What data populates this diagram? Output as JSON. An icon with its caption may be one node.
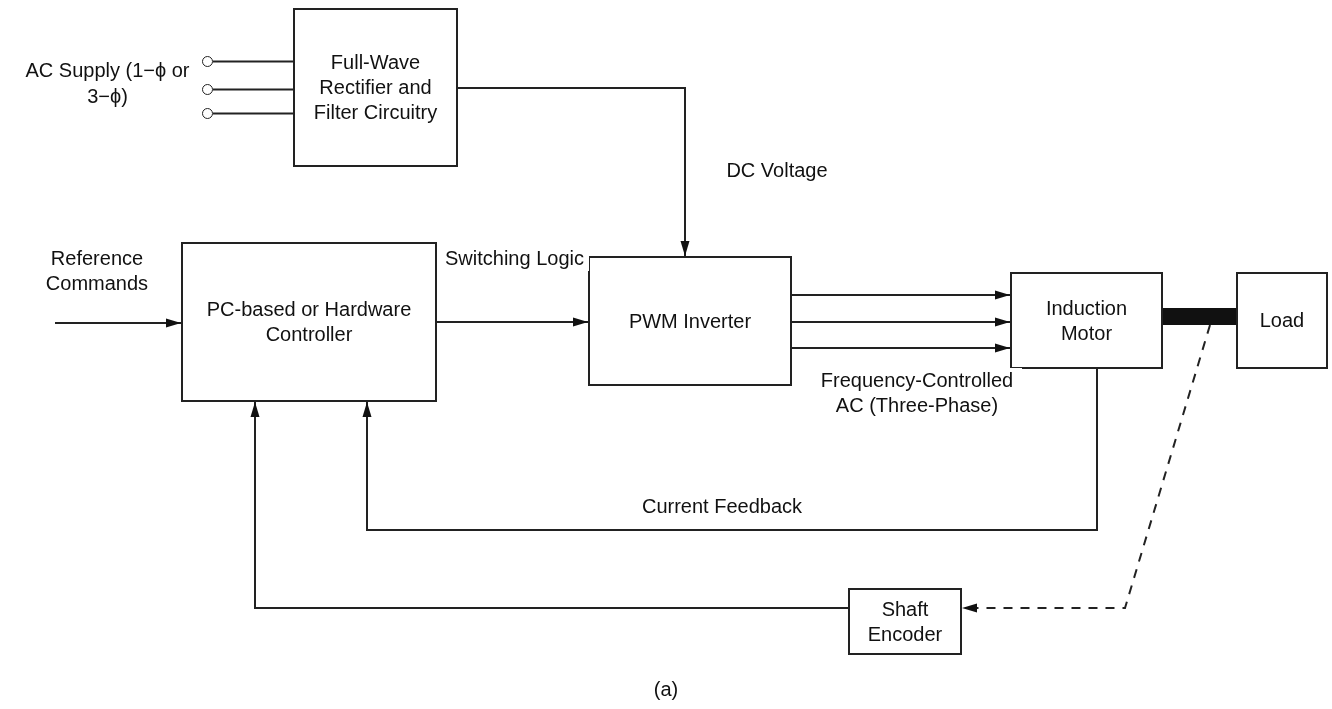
{
  "diagram": {
    "caption": "(a)",
    "nodes": [
      {
        "text": [],
        "shape": "circle"
      },
      {
        "text": [],
        "shape": "circle"
      },
      {
        "text": [],
        "shape": "circle"
      },
      {
        "text": [
          "Full-Wave Rectifier and Filter Circuitry"
        ]
      },
      {
        "text": [
          "PC-based or Hardware Controller"
        ]
      },
      {
        "text": [
          "PWM Inverter"
        ]
      },
      {
        "text": [
          "Induction Motor"
        ]
      },
      {
        "text": [
          "Load"
        ]
      },
      {
        "text": [
          "Shaft Encoder"
        ]
      },
      {
        "text": [],
        "shape": "bar"
      }
    ],
    "edges": [
      {
        "from": 0,
        "to": 3,
        "arrow": "none"
      },
      {
        "from": 1,
        "to": 3,
        "arrow": "none"
      },
      {
        "from": 2,
        "to": 3,
        "arrow": "none"
      },
      {
        "from": 3,
        "to": 5,
        "arrow": "to",
        "label": "DC Voltage"
      },
      {
        "from": null,
        "to": 4,
        "arrow": "to",
        "label": "Reference Commands"
      },
      {
        "from": 4,
        "to": 5,
        "arrow": "to",
        "label": "Switching Logic"
      },
      {
        "from": 5,
        "to": 6,
        "arrow": "to"
      },
      {
        "from": 5,
        "to": 6,
        "arrow": "to"
      },
      {
        "from": 5,
        "to": 6,
        "arrow": "to",
        "label": "Frequency-Controlled AC (Three-Phase)"
      },
      {
        "from": 6,
        "to": 4,
        "arrow": "to",
        "label": "Current Feedback"
      },
      {
        "from": 9,
        "to": 8,
        "arrow": "to",
        "style": "dashed"
      },
      {
        "from": 8,
        "to": 4,
        "arrow": "to"
      }
    ],
    "labels": [
      "AC Supply (1−ϕ or 3−ϕ)"
    ]
  }
}
